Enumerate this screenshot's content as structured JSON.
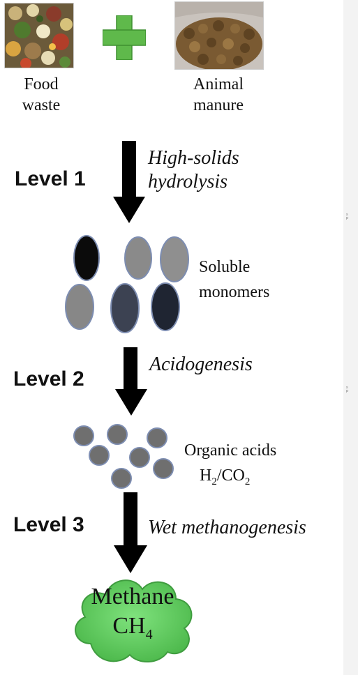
{
  "inputs": {
    "left_label_line1": "Food",
    "left_label_line2": "waste",
    "right_label_line1": "Animal",
    "right_label_line2": "manure"
  },
  "levels": [
    {
      "label": "Level 1",
      "step_line1": "High-solids",
      "step_line2": "hydrolysis"
    },
    {
      "label": "Level 2",
      "step_line1": "Acidogenesis"
    },
    {
      "label": "Level 3",
      "step_line1": "Wet methanogenesis"
    }
  ],
  "stages": {
    "monomers_line1": "Soluble",
    "monomers_line2": "monomers",
    "acids_line1": "Organic acids",
    "acids_h": "H",
    "acids_h_sub": "2",
    "acids_slash": "/CO",
    "acids_co_sub": "2"
  },
  "product": {
    "line1": "Methane",
    "line2_main": "CH",
    "line2_sub": "4"
  },
  "colors": {
    "plus": "#5fb94b",
    "arrow": "#000000",
    "cloud": "#6bd06a",
    "cloud_edge": "#3f9c3f"
  }
}
